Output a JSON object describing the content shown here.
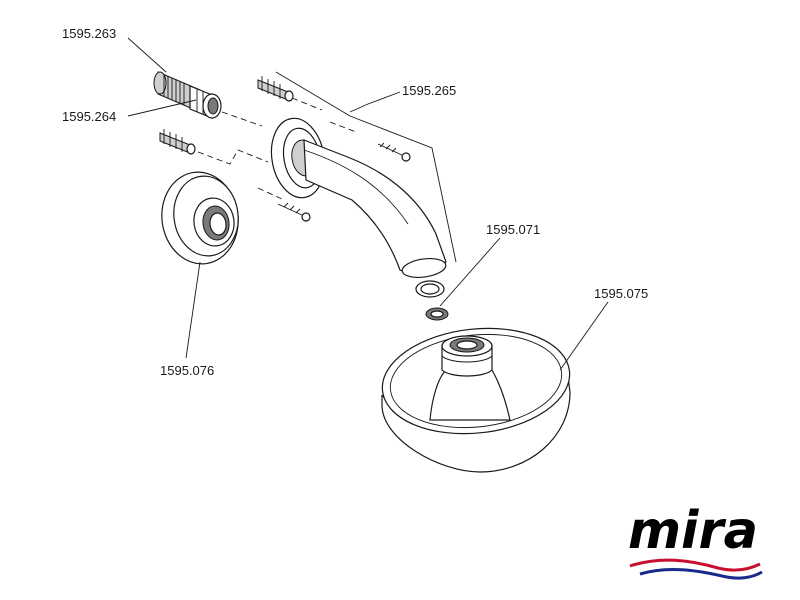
{
  "labels": {
    "pipe_connector": "1595.263",
    "spacer": "1595.264",
    "arm": "1595.265",
    "washer": "1595.071",
    "shower_head": "1595.075",
    "cover_plate": "1595.076"
  },
  "logo": {
    "text": "mira",
    "wave_colors": [
      "#c8102e",
      "#1a2a8c"
    ]
  }
}
